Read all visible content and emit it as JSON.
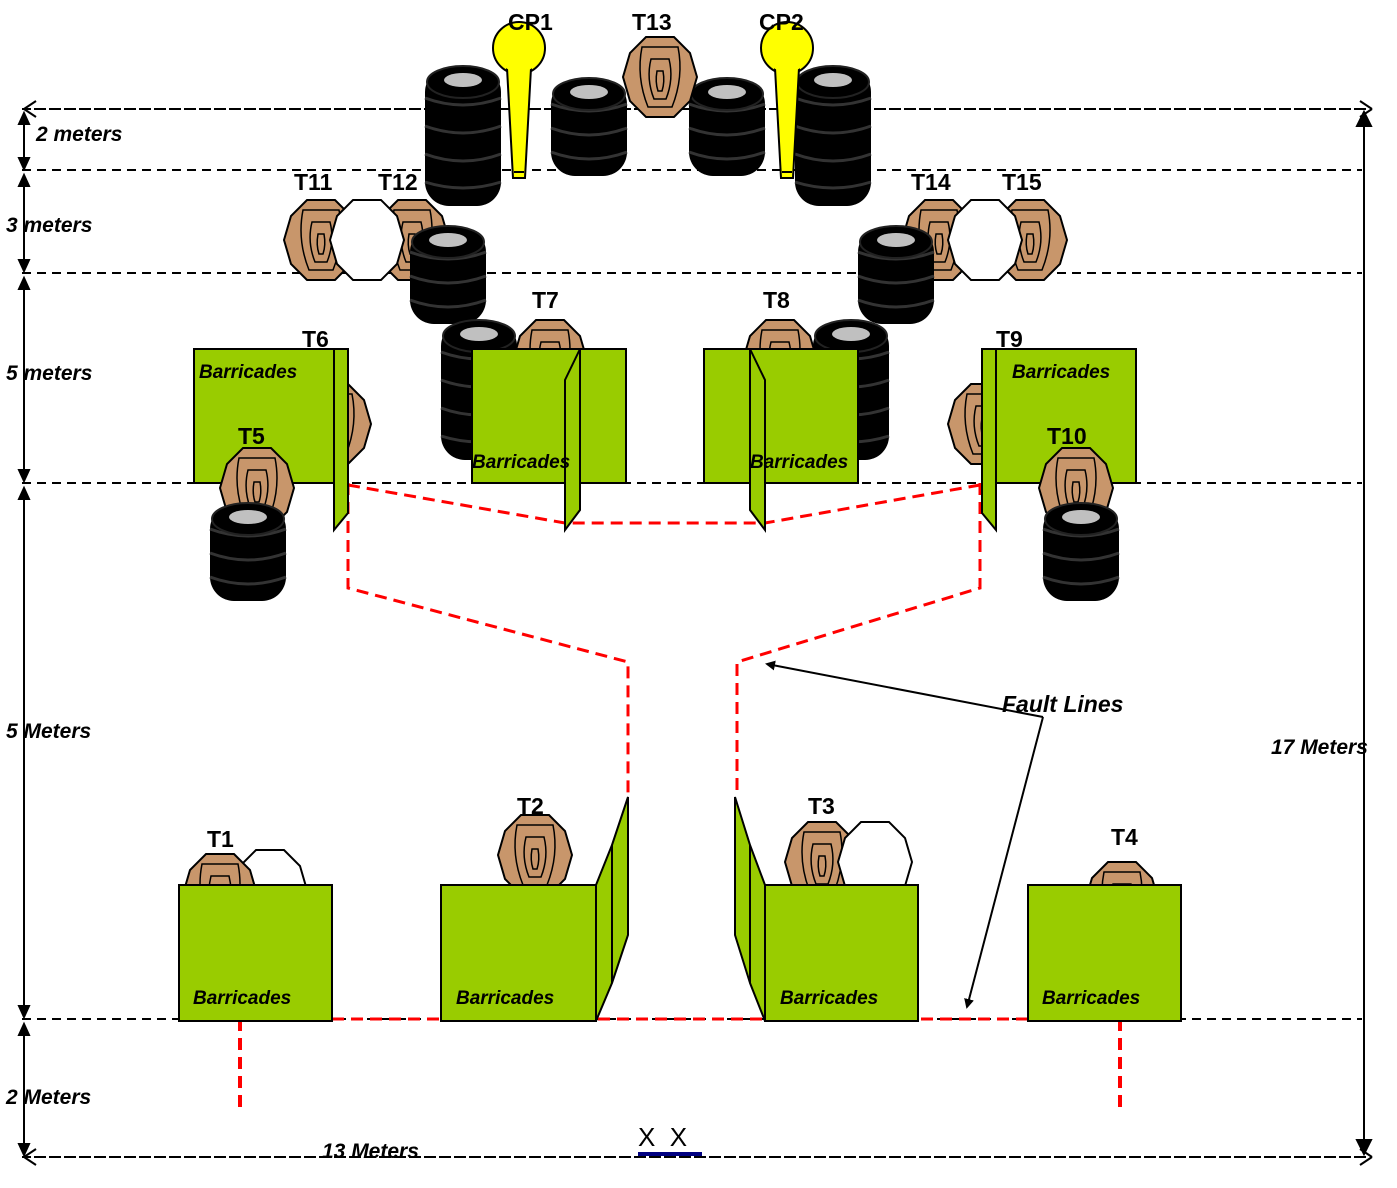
{
  "colors": {
    "barricade": "#99CC00",
    "target": "#C8966B",
    "no_shoot": "#FFFFFF",
    "fault_line": "#FF0000",
    "tire": "#000000",
    "tire_rim": "#C0C0C0",
    "popper": "#FFFF00",
    "start_mark": "#000080"
  },
  "dimensions": {
    "d1": "2 meters",
    "d2": "3 meters",
    "d3": "5 meters",
    "d4": "5 Meters",
    "d5": "2 Meters",
    "width": "13 Meters",
    "height": "17 Meters"
  },
  "barricade_label": "Barricades",
  "fault_lines_label": "Fault Lines",
  "start_marks": "X  X",
  "targets": {
    "t1": "T1",
    "t2": "T2",
    "t3": "T3",
    "t4": "T4",
    "t5": "T5",
    "t6": "T6",
    "t7": "T7",
    "t8": "T8",
    "t9": "T9",
    "t10": "T10",
    "t11": "T11",
    "t12": "T12",
    "t13": "T13",
    "t14": "T14",
    "t15": "T15"
  },
  "poppers": {
    "cp1": "CP1",
    "cp2": "CP2"
  },
  "icons": [
    "paper-target-icon",
    "no-shoot-icon",
    "tire-stack-icon",
    "popper-icon",
    "barricade-icon",
    "arrow-icon"
  ]
}
